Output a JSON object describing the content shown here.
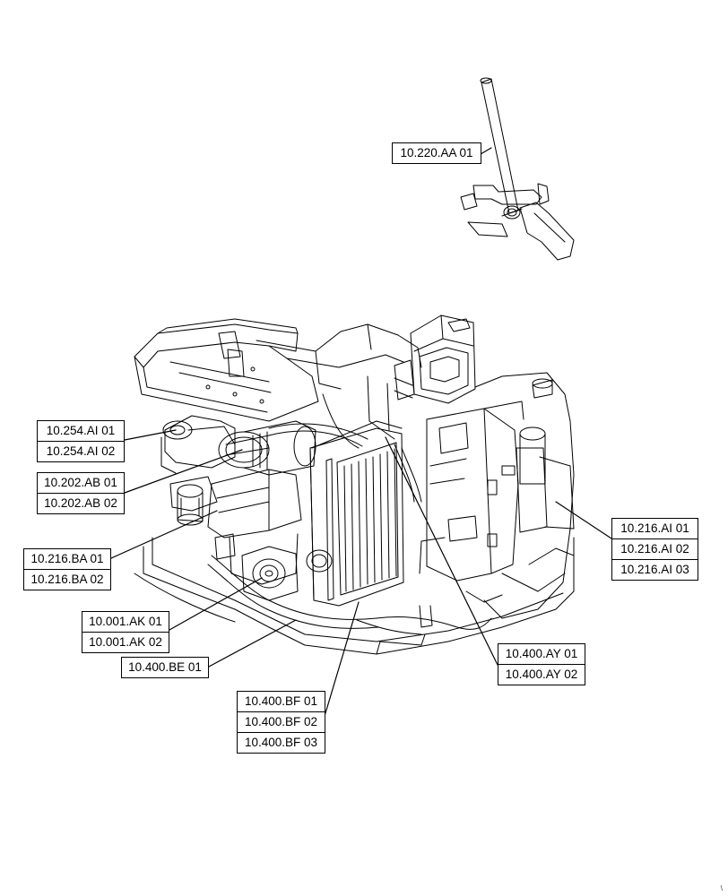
{
  "callouts": {
    "c220aa": [
      "10.220.AA 01"
    ],
    "c254ai": [
      "10.254.AI 01",
      "10.254.AI 02"
    ],
    "c202ab": [
      "10.202.AB 01",
      "10.202.AB 02"
    ],
    "c216ba": [
      "10.216.BA 01",
      "10.216.BA 02"
    ],
    "c001ak": [
      "10.001.AK 01",
      "10.001.AK 02"
    ],
    "c400be": [
      "10.400.BE 01"
    ],
    "c400bf": [
      "10.400.BF 01",
      "10.400.BF 02",
      "10.400.BF 03"
    ],
    "c216ai": [
      "10.216.AI 01",
      "10.216.AI 02",
      "10.216.AI 03"
    ],
    "c400ay": [
      "10.400.AY 01",
      "10.400.AY 02"
    ]
  },
  "corner_mark": "\\"
}
